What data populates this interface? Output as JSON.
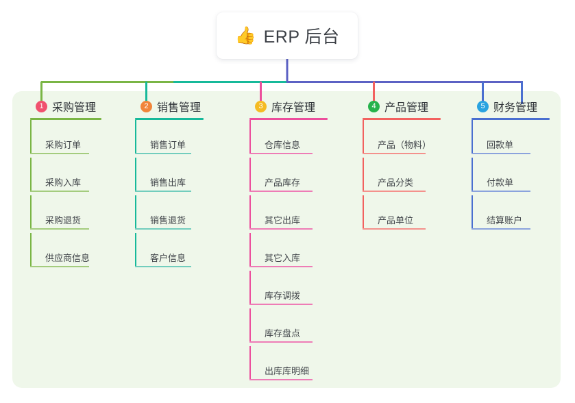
{
  "diagram": {
    "type": "mind-map",
    "background_color": "#ffffff",
    "panel_color": "#eff7ea",
    "root": {
      "icon": "thumbs-up-icon",
      "icon_glyph": "👍",
      "title": "ERP 后台",
      "stem_color": "#5c62c4"
    },
    "trunk": {
      "segments": [
        {
          "color": "#7ab545",
          "label": "green-segment"
        },
        {
          "color": "#17b99a",
          "label": "teal-segment"
        },
        {
          "color": "#5c62c4",
          "label": "blue-segment"
        }
      ]
    },
    "columns": [
      {
        "index": "1",
        "title": "采购管理",
        "badge_color": "#f0516e",
        "line_color": "#7ab545",
        "item_line_color": "#a4cc7e",
        "items": [
          "采购订单",
          "采购入库",
          "采购退货",
          "供应商信息"
        ]
      },
      {
        "index": "2",
        "title": "销售管理",
        "badge_color": "#f1853a",
        "line_color": "#17b99a",
        "item_line_color": "#72cdbd",
        "items": [
          "销售订单",
          "销售出库",
          "销售退货",
          "客户信息"
        ]
      },
      {
        "index": "3",
        "title": "库存管理",
        "badge_color": "#f5bb23",
        "line_color": "#ec4e9c",
        "item_line_color": "#ee7cb6",
        "items": [
          "仓库信息",
          "产品库存",
          "其它出库",
          "其它入库",
          "库存调拨",
          "库存盘点",
          "出库库明细"
        ]
      },
      {
        "index": "4",
        "title": "产品管理",
        "badge_color": "#26b24b",
        "line_color": "#f2615f",
        "item_line_color": "#f4918c",
        "items": [
          "产品（物料）",
          "产品分类",
          "产品单位"
        ]
      },
      {
        "index": "5",
        "title": "财务管理",
        "badge_color": "#29a3e0",
        "line_color": "#4a6fd0",
        "item_line_color": "#8ba3dd",
        "items": [
          "回款单",
          "付款单",
          "结算账户"
        ]
      }
    ]
  }
}
